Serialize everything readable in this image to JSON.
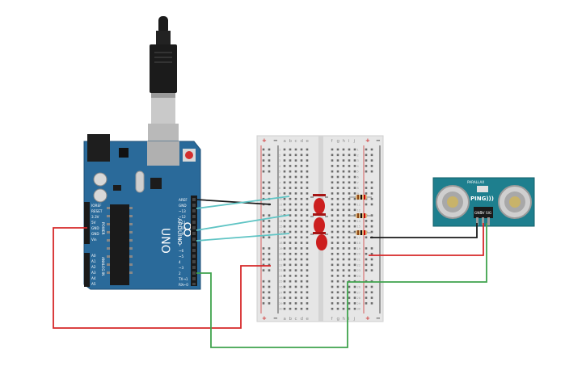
{
  "colors": {
    "arduino_board": "#2a6a9a",
    "breadboard": "#e6e6e6",
    "sensor_board": "#1e7f8e",
    "wire_red": "#d62728",
    "wire_green": "#3fa34d",
    "wire_teal": "#5fc4c4",
    "wire_black": "#1a1a1a",
    "led": "#cc1f1f",
    "usb_cable": "#1b1b1b"
  },
  "arduino": {
    "model_label": "UNO",
    "brand_label": "ARDUINO",
    "digital_header_labels": [
      "AREF",
      "GND",
      "~13",
      "~12",
      "~11",
      "~10",
      "~9",
      "8",
      "7",
      "~6",
      "~5",
      "4",
      "~3",
      "2",
      "TX→1",
      "RX←0"
    ],
    "power_header_labels": [
      "IOREF",
      "RESET",
      "3.3V",
      "5V",
      "GND",
      "GND",
      "Vin"
    ],
    "analog_header_labels": [
      "A0",
      "A1",
      "A2",
      "A3",
      "A4",
      "A5"
    ],
    "section_power": "POWER",
    "section_analog": "ANALOG IN",
    "section_digital": "DIGITAL (PWM~)"
  },
  "breadboard": {
    "column_letters_left": [
      "a",
      "b",
      "c",
      "d",
      "e"
    ],
    "column_letters_right": [
      "f",
      "g",
      "h",
      "i",
      "j"
    ],
    "rail_plus": "+",
    "rail_minus": "−",
    "row_numbers": [
      "1",
      "2",
      "3",
      "4",
      "5",
      "6",
      "7",
      "8",
      "9",
      "10",
      "11",
      "12",
      "13",
      "14",
      "15",
      "16",
      "17",
      "18",
      "19",
      "20",
      "21",
      "22",
      "23",
      "24",
      "25",
      "26",
      "27",
      "28",
      "29",
      "30"
    ]
  },
  "sensor": {
    "brand_label": "PARALLAX",
    "model_label": "PING)))",
    "pin_labels": [
      "GND",
      "5V",
      "SIG"
    ]
  },
  "components": {
    "leds": 3,
    "resistors": 3
  }
}
